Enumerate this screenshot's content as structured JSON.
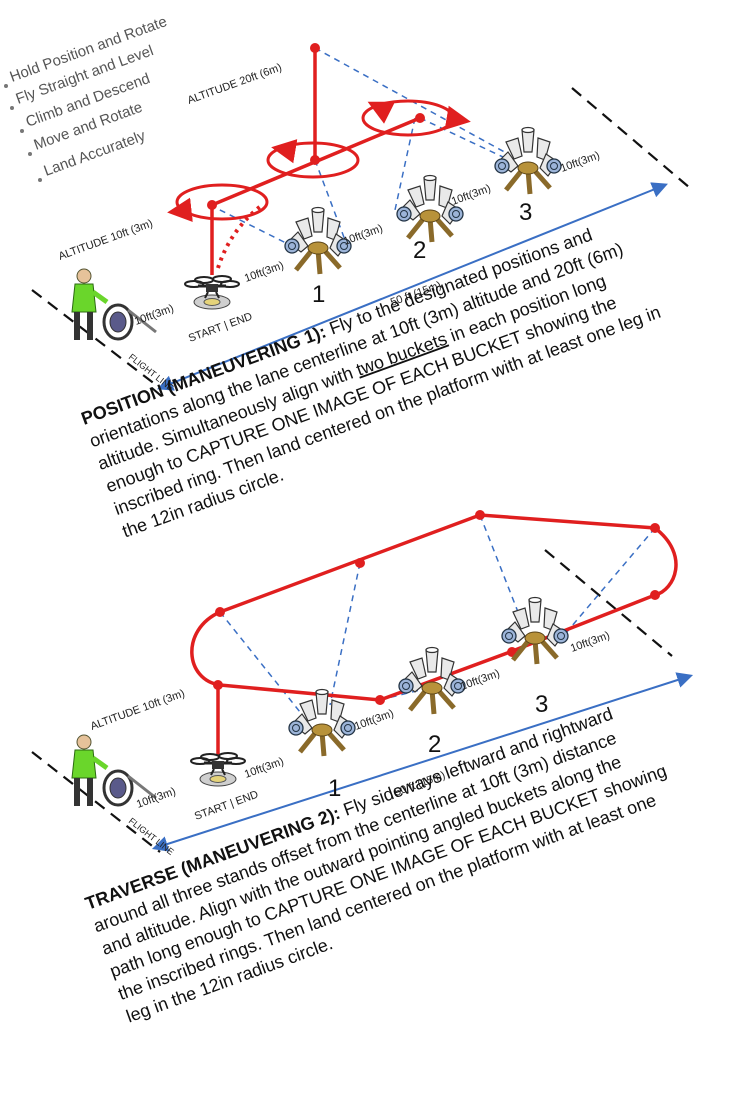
{
  "colors": {
    "path": "#e01f1f",
    "guide": "#3a6fc4",
    "ink": "#111111",
    "bullet": "#555555"
  },
  "checklist": [
    "Hold Position and Rotate",
    "Fly Straight and Level",
    "Climb and Descend",
    "Move and Rotate",
    "Land Accurately"
  ],
  "panel1": {
    "altitude_high": "ALTITUDE 20ft (6m)",
    "altitude_low": "ALTITUDE 10ft (3m)",
    "offset_labels": [
      "10ft(3m)",
      "10ft(3m)",
      "10ft(3m)",
      "10ft(3m)",
      "10ft(3m)"
    ],
    "stations": [
      "1",
      "2",
      "3"
    ],
    "distance": "50 ft (15m)",
    "start_end": "START | END",
    "flight_line": "FLIGHT LINE",
    "desc_title": "POSITION (MANEUVERING 1):",
    "desc_lines": [
      " Fly to the designated positions and",
      "orientations along the lane centerline at 10ft (3m) altitude and 20ft (6m)",
      "altitude. Simultaneously align with ",
      "two buckets",
      " in each position long",
      "enough to CAPTURE ONE IMAGE OF EACH BUCKET showing the",
      "inscribed ring. Then land centered on the platform with at least one leg in",
      "the 12in radius circle."
    ]
  },
  "panel2": {
    "altitude_low": "ALTITUDE 10ft (3m)",
    "offset_labels": [
      "10ft(3m)",
      "10ft(3m)",
      "10ft(3m)",
      "10ft(3m)",
      "10ft(3m)"
    ],
    "stations": [
      "1",
      "2",
      "3"
    ],
    "distance": "50 ft (15m)",
    "start_end": "START | END",
    "flight_line": "FLIGHT LINE",
    "desc_title": "TRAVERSE (MANEUVERING 2):",
    "desc_lines": [
      " Fly sideways leftward and rightward",
      "around all three stands offset from the centerline at 10ft (3m) distance",
      "and altitude. Align with the outward pointing angled buckets along the",
      "path long enough to CAPTURE ONE IMAGE OF EACH BUCKET showing",
      "the inscribed rings. Then land centered on the platform with at least one",
      "leg in the 12in radius circle."
    ]
  }
}
